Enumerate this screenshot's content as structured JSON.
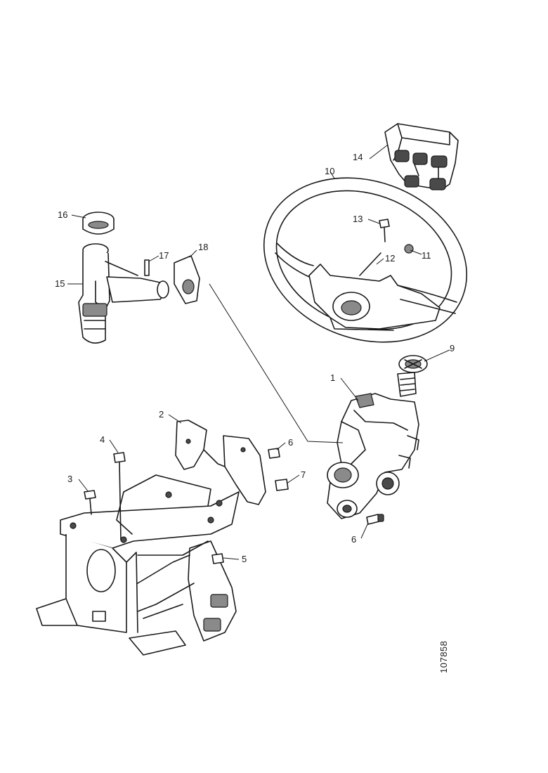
{
  "diagram": {
    "drawing_number": "107858",
    "callouts": {
      "c1": "1",
      "c2": "2",
      "c3": "3",
      "c4": "4",
      "c5": "5",
      "c6a": "6",
      "c6b": "6",
      "c7": "7",
      "c9": "9",
      "c10": "10",
      "c11": "11",
      "c12": "12",
      "c13": "13",
      "c14": "14",
      "c15": "15",
      "c16": "16",
      "c17": "17",
      "c18": "18"
    }
  }
}
